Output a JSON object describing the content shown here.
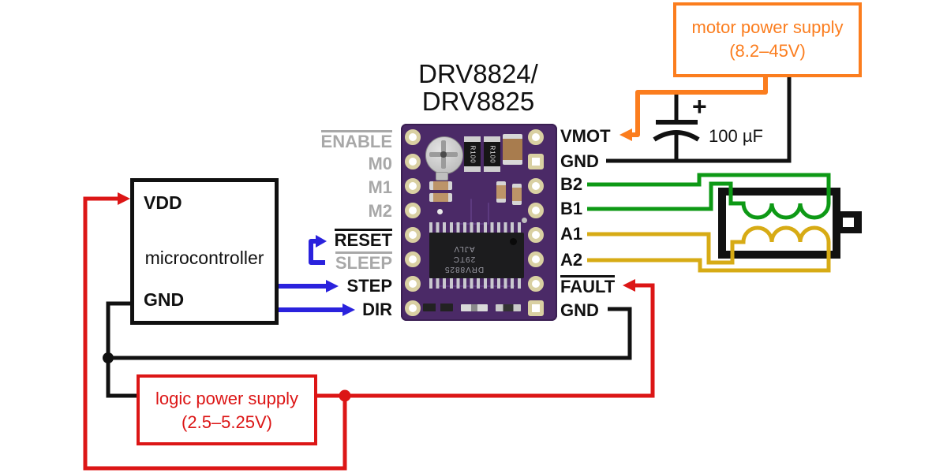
{
  "title": {
    "line1": "DRV8824/",
    "line2": "DRV8825"
  },
  "boxes": {
    "motor_supply": {
      "line1": "motor power supply",
      "line2": "(8.2–45V)"
    },
    "logic_supply": {
      "line1": "logic power supply",
      "line2": "(2.5–5.25V)"
    },
    "microcontroller": {
      "vdd": "VDD",
      "name": "microcontroller",
      "gnd": "GND"
    }
  },
  "driver_pins": {
    "left": [
      "ENABLE",
      "M0",
      "M1",
      "M2",
      "RESET",
      "SLEEP",
      "STEP",
      "DIR"
    ],
    "right": [
      "VMOT",
      "GND",
      "B2",
      "B1",
      "A1",
      "A2",
      "FAULT",
      "GND"
    ]
  },
  "capacitor": {
    "label": "100 µF",
    "polarity": "+"
  },
  "board": {
    "ic_line1": "DRV8825",
    "ic_line2": "29TC",
    "ic_line3": "AJLV",
    "resistor_label": "R100"
  },
  "colors": {
    "wire_black": "#111111",
    "wire_red": "#dc1616",
    "wire_orange": "#fb7d1e",
    "wire_green": "#0d9915",
    "wire_yellow": "#d7ab15",
    "wire_blue": "#2a22dd",
    "label_gray": "#a8a8a8",
    "board_purple": "#4b2a67"
  }
}
